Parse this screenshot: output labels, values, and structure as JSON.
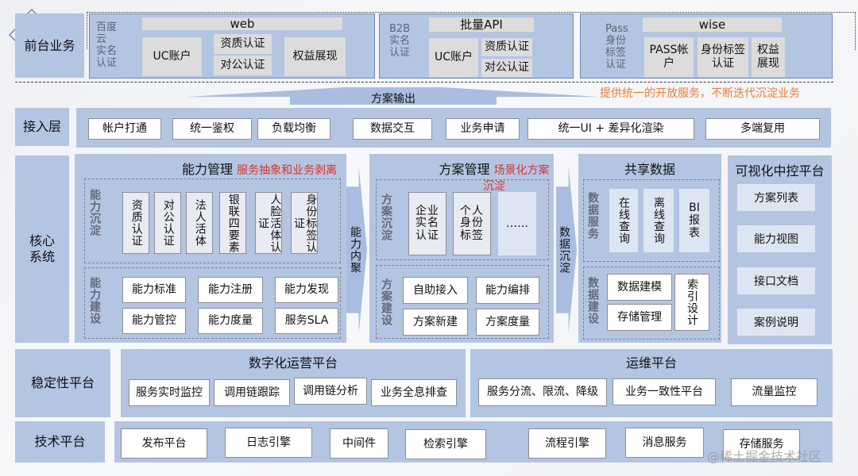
{
  "layers": {
    "frontend": {
      "label": "前台业务",
      "groups": [
        {
          "side": "百度\n云\n实名\n认证",
          "header": "web",
          "items": [
            "UC账户",
            "资质认证",
            "对公认证",
            "权益展现"
          ]
        },
        {
          "side": "B2B\n实名\n认证",
          "header": "批量API",
          "items": [
            "UC账户",
            "资质认证",
            "对公认证"
          ]
        },
        {
          "side": "Pass\n身份\n标签\n认证",
          "header": "wise",
          "items": [
            "PASS帐户",
            "身份标签认证",
            "权益展现"
          ]
        }
      ],
      "output_arrow": "方案输出",
      "slogan": "提供统一的开放服务，不断迭代沉淀业务"
    },
    "access": {
      "label": "接入层",
      "items": [
        "帐户打通",
        "统一鉴权",
        "负载均衡",
        "数据交互",
        "业务申请",
        "统一UI + 差异化渲染",
        "多端复用"
      ]
    },
    "core": {
      "label": "核心系统",
      "capability": {
        "title": "能力管理",
        "subtitle": "服务抽象和业务剥离",
        "deposit_label": "能力沉淀",
        "deposit_items": [
          "资质认证",
          "对公认证",
          "法人活体",
          "银联四要素",
          "人脸活体认证",
          "身份标签认证"
        ],
        "build_label": "能力建设",
        "build_items": [
          "能力标准",
          "能力注册",
          "能力发现",
          "能力管控",
          "能力度量",
          "服务SLA"
        ]
      },
      "arrow1": "能力内聚",
      "solution": {
        "title": "方案管理",
        "subtitle": "场景化方案沉淀",
        "deposit_label": "方案沉淀",
        "deposit_items": [
          "企业\n实名\n认证",
          "个人\n身份\n标签",
          "……"
        ],
        "build_label": "方案建设",
        "build_items": [
          "自助接入",
          "能力编排",
          "方案新建",
          "方案度量"
        ]
      },
      "arrow2": "数据沉淀",
      "shared": {
        "title": "共享数据",
        "service_label": "数据服务",
        "service_items": [
          "在线查询",
          "离线查询",
          "BI报表"
        ],
        "build_label": "数据建设",
        "build_items": [
          "数据建模",
          "存储管理",
          "索引设计"
        ]
      },
      "visual": {
        "title": "可视化中控平台",
        "items": [
          "方案列表",
          "能力视图",
          "接口文档",
          "案例说明"
        ]
      }
    },
    "stability": {
      "label": "稳定性平台",
      "ops_digital": {
        "title": "数字化运营平台",
        "items": [
          "服务实时监控",
          "调用链跟踪",
          "调用链分析",
          "业务全息排查"
        ]
      },
      "ops_maint": {
        "title": "运维平台",
        "items": [
          "服务分流、限流、降级",
          "业务一致性平台",
          "流量监控"
        ]
      }
    },
    "tech": {
      "label": "技术平台",
      "items": [
        "发布平台",
        "日志引擎",
        "中间件",
        "检索引擎",
        "流程引擎",
        "消息服务",
        "存储服务"
      ]
    }
  },
  "watermark": "@稀土掘金技术社区",
  "colors": {
    "band": "#b4c5e2",
    "accent_red": "#d9332b",
    "accent_orange": "#ee7d31"
  }
}
